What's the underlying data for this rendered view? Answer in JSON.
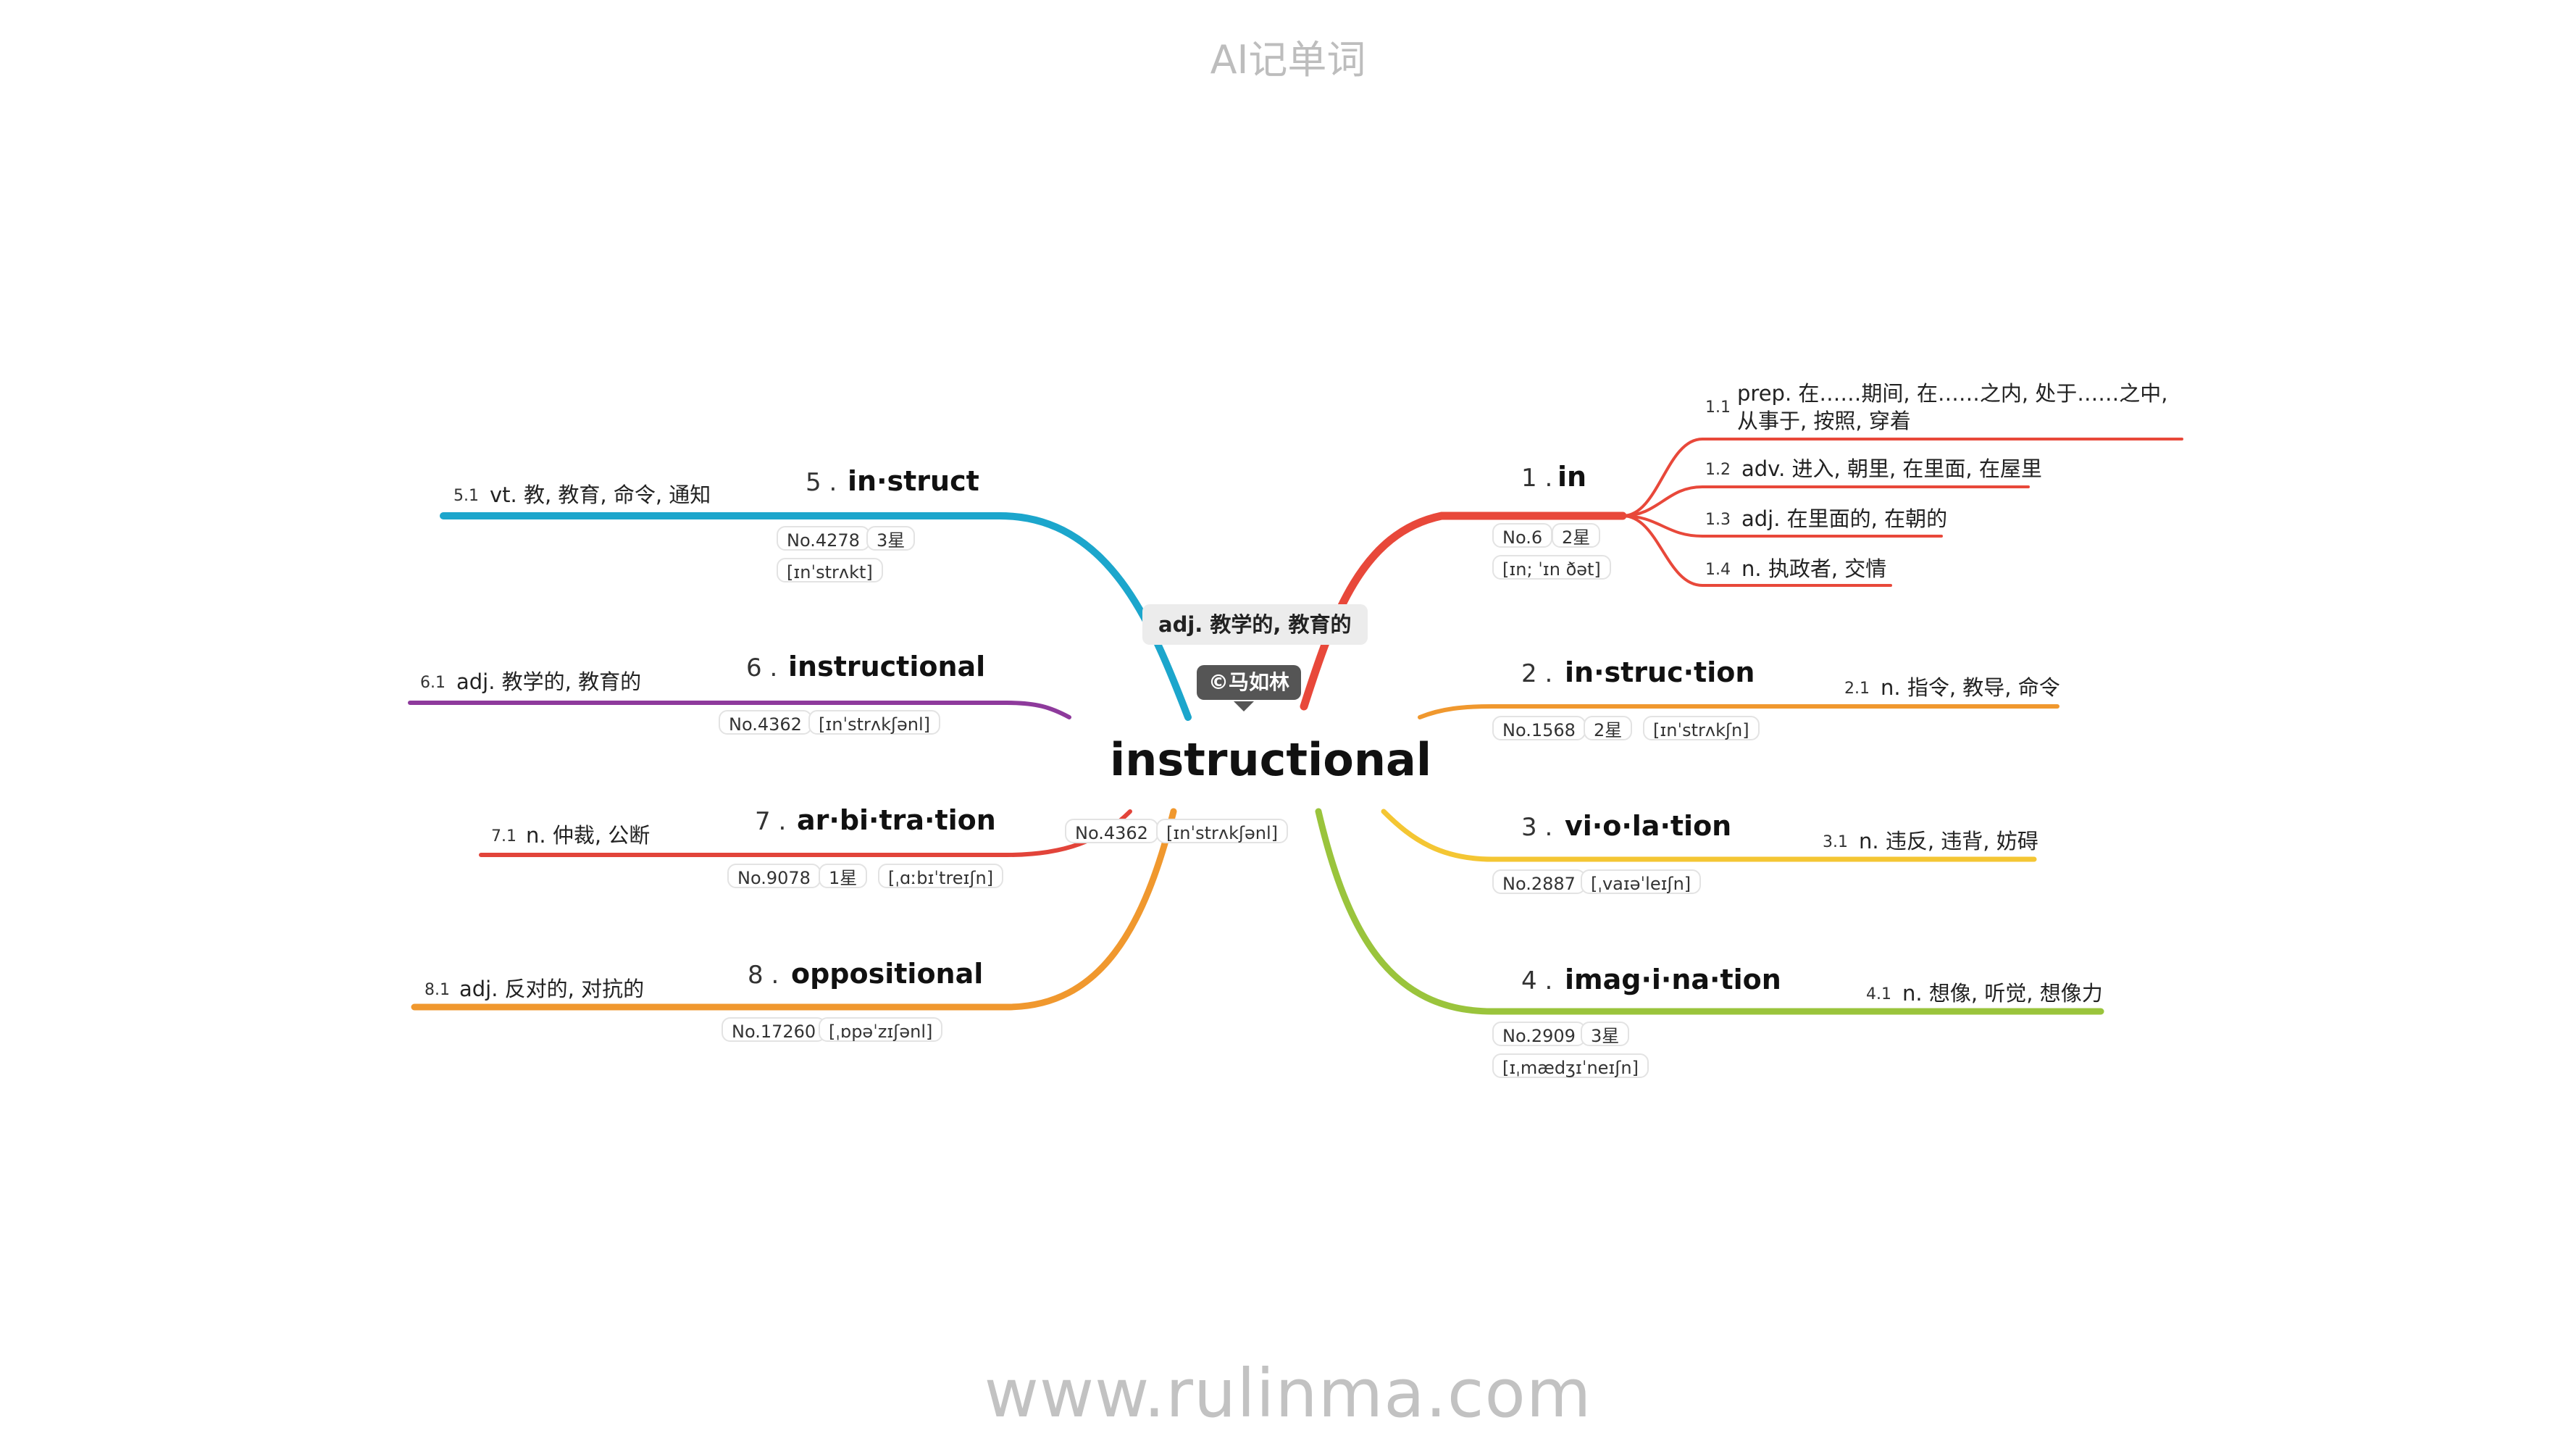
{
  "app_title": "AI记单词",
  "footer": "www.rulinma.com",
  "center": {
    "word": "instructional",
    "callout": "adj. 教学的, 教育的",
    "credit": "©马如林",
    "rank": "No.4362",
    "phonetic": "[ɪnˈstrʌkʃənl]"
  },
  "branches": [
    {
      "id": 1,
      "color": "#e8483a",
      "side": "right",
      "num": "1 .",
      "word": "in",
      "chips": [
        "No.6",
        "2星",
        "[ɪn; ˈɪn ðət]"
      ],
      "defs": [
        {
          "num": "1.1",
          "text": "prep. 在……期间, 在……之内, 处于……之中, 从事于, 按照, 穿着"
        },
        {
          "num": "1.2",
          "text": "adv. 进入, 朝里, 在里面, 在屋里"
        },
        {
          "num": "1.3",
          "text": "adj. 在里面的, 在朝的"
        },
        {
          "num": "1.4",
          "text": "n. 执政者, 交情"
        }
      ]
    },
    {
      "id": 2,
      "color": "#f0982e",
      "side": "right",
      "num": "2 .",
      "word": "in·struc·tion",
      "chips": [
        "No.1568",
        "2星",
        "[ɪnˈstrʌkʃn]"
      ],
      "defs": [
        {
          "num": "2.1",
          "text": "n. 指令, 教导, 命令"
        }
      ]
    },
    {
      "id": 3,
      "color": "#f4c633",
      "side": "right",
      "num": "3 .",
      "word": "vi·o·la·tion",
      "chips": [
        "No.2887",
        "[ˌvaɪəˈleɪʃn]"
      ],
      "defs": [
        {
          "num": "3.1",
          "text": "n. 违反, 违背, 妨碍"
        }
      ]
    },
    {
      "id": 4,
      "color": "#9ac43c",
      "side": "right",
      "num": "4 .",
      "word": "imag·i·na·tion",
      "chips": [
        "No.2909",
        "3星",
        "[ɪˌmædʒɪˈneɪʃn]"
      ],
      "defs": [
        {
          "num": "4.1",
          "text": "n. 想像, 听觉, 想像力"
        }
      ]
    },
    {
      "id": 5,
      "color": "#1ca6cc",
      "side": "left",
      "num": "5 .",
      "word": "in·struct",
      "chips": [
        "No.4278",
        "3星",
        "[ɪnˈstrʌkt]"
      ],
      "defs": [
        {
          "num": "5.1",
          "text": "vt. 教, 教育, 命令, 通知"
        }
      ]
    },
    {
      "id": 6,
      "color": "#8e3a9c",
      "side": "left",
      "num": "6 .",
      "word": "instructional",
      "chips": [
        "No.4362",
        "[ɪnˈstrʌkʃənl]"
      ],
      "defs": [
        {
          "num": "6.1",
          "text": "adj. 教学的, 教育的"
        }
      ]
    },
    {
      "id": 7,
      "color": "#e2443a",
      "side": "left",
      "num": "7 .",
      "word": "ar·bi·tra·tion",
      "chips": [
        "No.9078",
        "1星",
        "[ˌɑːbɪˈtreɪʃn]"
      ],
      "defs": [
        {
          "num": "7.1",
          "text": "n. 仲裁, 公断"
        }
      ]
    },
    {
      "id": 8,
      "color": "#f0982e",
      "side": "left",
      "num": "8 .",
      "word": "oppositional",
      "chips": [
        "No.17260",
        "[ˌɒpəˈzɪʃənl]"
      ],
      "defs": [
        {
          "num": "8.1",
          "text": "adj. 反对的, 对抗的"
        }
      ]
    }
  ]
}
